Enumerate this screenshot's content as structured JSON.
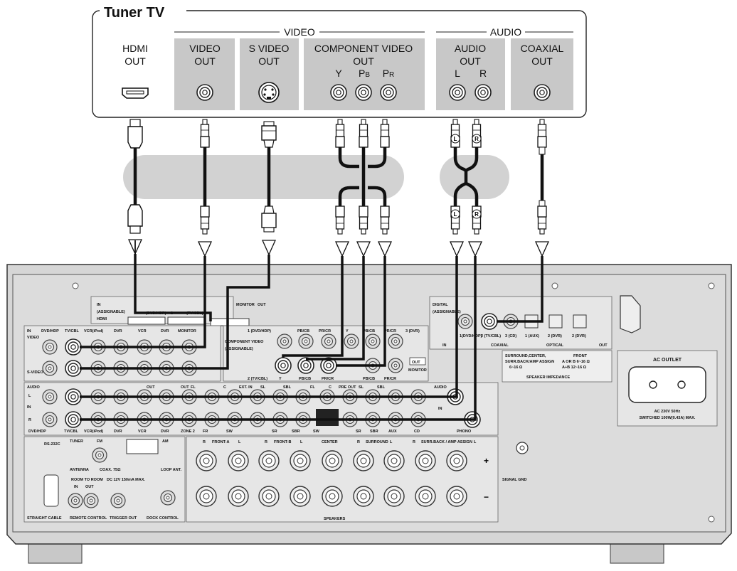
{
  "source": {
    "title": "Tuner TV",
    "group_video": "VIDEO",
    "group_audio": "AUDIO",
    "hdmi_l1": "HDMI",
    "hdmi_l2": "OUT",
    "video_l1": "VIDEO",
    "video_l2": "OUT",
    "svideo_l1": "S VIDEO",
    "svideo_l2": "OUT",
    "comp_l1": "COMPONENT VIDEO",
    "comp_l2": "OUT",
    "comp_y": "Y",
    "comp_pb": "P",
    "comp_pb_sub": "B",
    "comp_pr": "P",
    "comp_pr_sub": "R",
    "audio_l1": "AUDIO",
    "audio_l2": "OUT",
    "audio_l": "L",
    "audio_r": "R",
    "coax_l1": "COAXIAL",
    "coax_l2": "OUT"
  },
  "plug_marks": {
    "left": "L",
    "right": "R"
  },
  "receiver": {
    "hdmi_in": "IN",
    "hdmi_assignable": "(ASSIGNABLE)",
    "hdmi_label": "HDMI",
    "hdmi_dvd": "(DVD/HDP)",
    "hdmi_2": "2",
    "hdmi_tvcbl": "(TV/CBL)",
    "monitor_out": "MONITOR",
    "out": "OUT",
    "in": "IN",
    "video_label": "VIDEO",
    "svideo_label": "S-VIDEO",
    "audio_label": "AUDIO",
    "col_dvd": "DVD/HDP",
    "col_tvcbl": "TV/CBL",
    "col_vcr_ipod": "VCR(iPod)",
    "col_dvr": "DVR",
    "col_vcr": "VCR",
    "col_monitor": "MONITOR",
    "comp_1": "1 (DVD/HDP)",
    "comp_2": "2 (TV/CBL)",
    "comp_3": "3 (DVR)",
    "comp_video": "COMPONENT VIDEO",
    "comp_assignable": "(ASSIGNABLE)",
    "comp_y": "Y",
    "comp_pb": "PB/CB",
    "comp_pr": "PR/CR",
    "digital": "DIGITAL",
    "digital_assignable": "(ASSIGNABLE)",
    "dig_dvd": "1(DVD/HDP)",
    "dig_tvcbl": "2 (TV/CBL)",
    "dig_cd": "3 (CD)",
    "opt_aux": "1 (AUX)",
    "opt_dvr": "2 (DVR)",
    "opt_dvr2": "2 (DVR)",
    "coaxial": "COAXIAL",
    "optical": "OPTICAL",
    "imp_surround": "SURROUND,CENTER,",
    "imp_surround2": "SURR.BACK/AMP ASSIGN",
    "imp_surround3": "6~16 Ω",
    "imp_front": "FRONT",
    "imp_front2": "A OR B  6~16 Ω",
    "imp_front3": "A+B  12~16 Ω",
    "speaker_impedance": "SPEAKER IMPEDANCE",
    "ac_outlet": "AC OUTLET",
    "ac_spec1": "AC 230V  50Hz",
    "ac_spec2": "SWITCHED 100W(0.43A) MAX.",
    "pre_out": "PRE OUT",
    "pre_fl": "FL",
    "pre_c": "C",
    "pre_ext": "EXT. IN",
    "pre_sl": "SL",
    "pre_sbl": "SBL",
    "row_zone2": "ZONE 2",
    "row_fr": "FR",
    "row_sw": "SW",
    "row_sr": "SR",
    "row_sbr": "SBR",
    "row_aux": "AUX",
    "row_cd": "CD",
    "row_phono": "PHONO",
    "rs232c": "RS-232C",
    "tuner": "TUNER",
    "fm": "FM",
    "am": "AM",
    "antenna": "ANTENNA",
    "coax_ohm": "COAX. 75Ω",
    "loop": "LOOP ANT.",
    "room_to_room": "ROOM TO ROOM",
    "dc12": "DC 12V 150mA MAX.",
    "straight_cable": "STRAIGHT CABLE",
    "remote_control": "REMOTE CONTROL",
    "trigger_out": "TRIGGER OUT",
    "dock_control": "DOCK CONTROL",
    "front_a": "FRONT-A",
    "front_b": "FRONT-B",
    "center": "CENTER",
    "surround": "SURROUND",
    "surr_back": "SURR.BACK / AMP ASSIGN",
    "speakers": "SPEAKERS",
    "signal_gnd": "SIGNAL GND",
    "r_mark": "R",
    "l_mark": "L"
  }
}
